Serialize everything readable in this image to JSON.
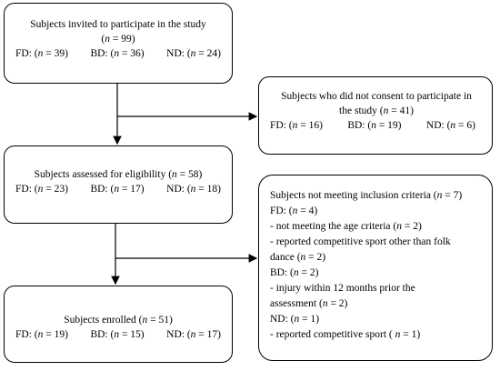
{
  "invited": {
    "title": "Subjects invited to participate in the study",
    "n": "n",
    "n_value": " = 99)",
    "groups": [
      {
        "label": "FD: (",
        "n": "n",
        "value": " = 39)"
      },
      {
        "label": "BD: (",
        "n": "n",
        "value": " = 36)"
      },
      {
        "label": "ND: (",
        "n": "n",
        "value": " = 24)"
      }
    ]
  },
  "no_consent": {
    "title_a": "Subjects who did not consent to participate in",
    "title_b": "the study (",
    "n": "n",
    "n_value": " = 41)",
    "groups": [
      {
        "label": "FD: (",
        "n": "n",
        "value": " = 16)"
      },
      {
        "label": "BD: (",
        "n": "n",
        "value": " = 19)"
      },
      {
        "label": "ND: (",
        "n": "n",
        "value": " = 6)"
      }
    ]
  },
  "eligibility": {
    "title": "Subjects assessed for eligibility (",
    "n": "n",
    "n_value": " = 58)",
    "groups": [
      {
        "label": "FD: (",
        "n": "n",
        "value": " = 23)"
      },
      {
        "label": "BD: (",
        "n": "n",
        "value": " = 17)"
      },
      {
        "label": "ND: (",
        "n": "n",
        "value": " = 18)"
      }
    ]
  },
  "excluded": {
    "lines": [
      {
        "pre": "Subjects not meeting inclusion criteria (",
        "n": "n",
        "post": " = 7)"
      },
      {
        "pre": "FD: (",
        "n": "n",
        "post": " = 4)"
      },
      {
        "pre": "- not meeting the age criteria (",
        "n": "n",
        "post": " = 2)"
      },
      {
        "pre": "- reported competitive sport other than folk",
        "n": "",
        "post": ""
      },
      {
        "pre": "dance (",
        "n": "n",
        "post": " = 2)"
      },
      {
        "pre": "BD: (",
        "n": "n",
        "post": " = 2)"
      },
      {
        "pre": "- injury within 12 months prior the",
        "n": "",
        "post": ""
      },
      {
        "pre": "assessment (",
        "n": "n",
        "post": " = 2)"
      },
      {
        "pre": "ND: (",
        "n": "n",
        "post": " = 1)"
      },
      {
        "pre": "- reported competitive sport ( ",
        "n": "n",
        "post": " = 1)"
      }
    ]
  },
  "enrolled": {
    "title": "Subjects enrolled (",
    "n": "n",
    "n_value": " = 51)",
    "groups": [
      {
        "label": "FD: (",
        "n": "n",
        "value": " = 19)"
      },
      {
        "label": "BD: (",
        "n": "n",
        "value": " = 15)"
      },
      {
        "label": "ND: (",
        "n": "n",
        "value": " = 17)"
      }
    ]
  }
}
